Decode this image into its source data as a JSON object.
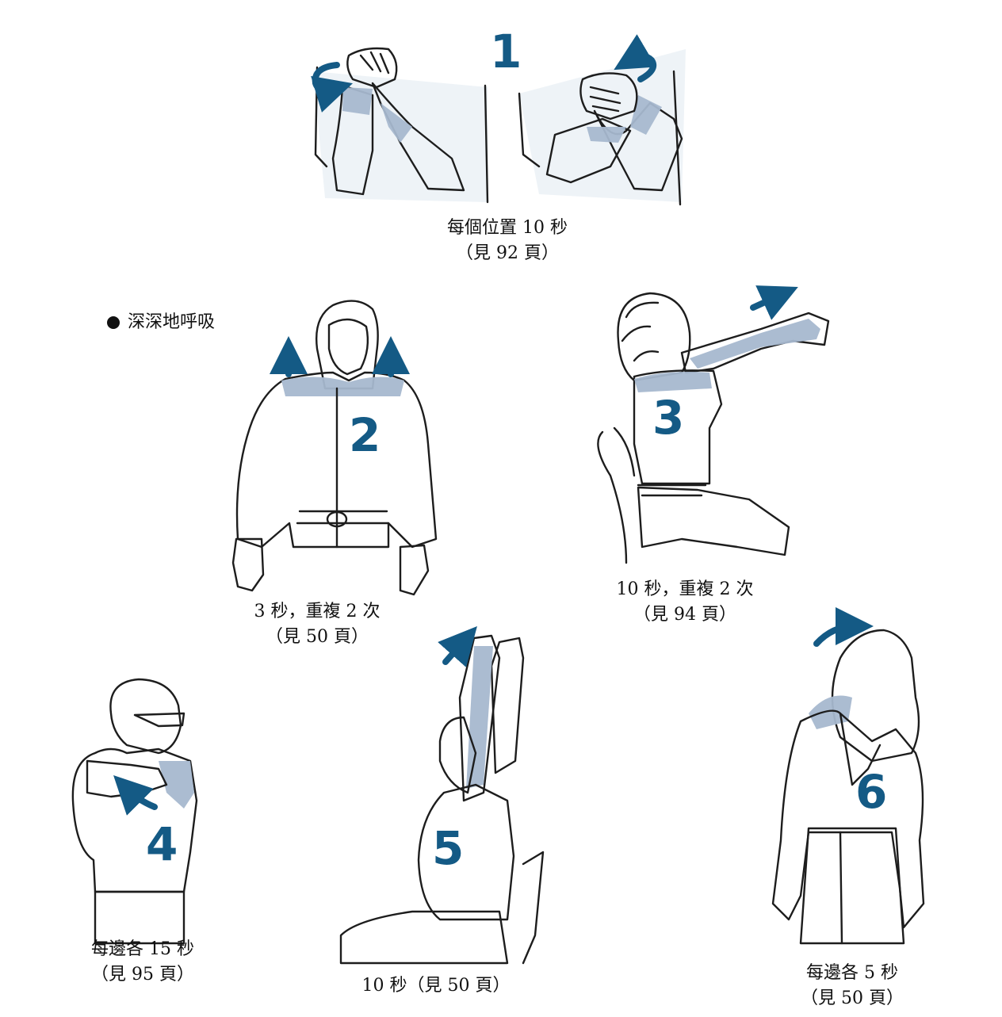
{
  "note": {
    "bullet_text": "深深地呼吸"
  },
  "exercises": [
    {
      "number": "1",
      "caption_line1": "每個位置 10 秒",
      "caption_line2": "（見 92 頁）"
    },
    {
      "number": "2",
      "caption_line1": "3 秒，重複 2 次",
      "caption_line2": "（見 50 頁）"
    },
    {
      "number": "3",
      "caption_line1": "10 秒，重複 2 次",
      "caption_line2": "（見 94 頁）"
    },
    {
      "number": "4",
      "caption_line1": "每邊各 15 秒",
      "caption_line2": "（見 95 頁）"
    },
    {
      "number": "5",
      "caption_line1": "10 秒（見 50 頁）",
      "caption_line2": ""
    },
    {
      "number": "6",
      "caption_line1": "每邊各 5 秒",
      "caption_line2": "（見 50 頁）"
    }
  ],
  "colors": {
    "accent": "#145a85",
    "shade": "#a7b8cf",
    "figure_fill": "#eef3f7",
    "line": "#1d1d1d"
  },
  "icons": [
    "up-arrow-icon",
    "curved-arrow-icon",
    "bullet-dot-icon"
  ]
}
